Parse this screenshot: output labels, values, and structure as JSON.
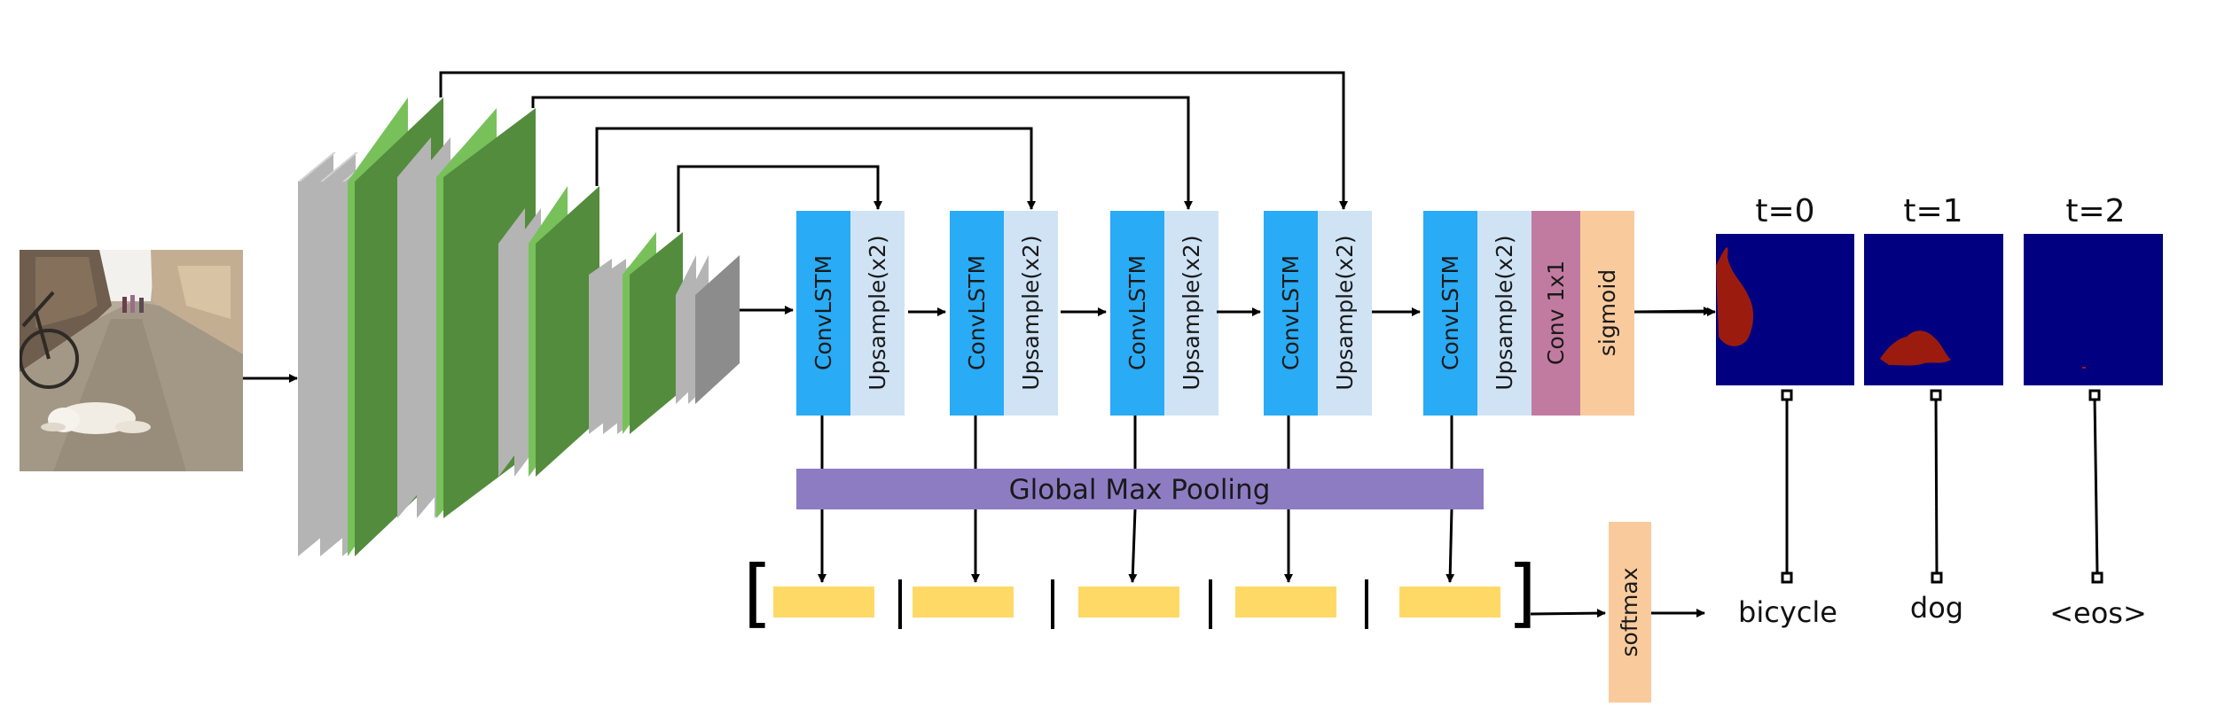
{
  "colors": {
    "convlstm": "#29abf5",
    "upsample": "#cfe3f5",
    "conv1x1": "#c27ba0",
    "sigmoid": "#f9cb9c",
    "softmax": "#f9cb9c",
    "pooling": "#8e7cc3",
    "feature_vec": "#ffd966",
    "encoder_green": "#548c3d",
    "encoder_green_edge": "#78c15a",
    "encoder_gray": "#b4b4b4",
    "mask_bg": "#000080",
    "mask_object": "#9b1c0e"
  },
  "input_image": {
    "description_icon": "street-photo-dog-bicycle"
  },
  "decoder": {
    "blocks": [
      {
        "convlstm": "ConvLSTM",
        "upsample": "Upsample(x2)"
      },
      {
        "convlstm": "ConvLSTM",
        "upsample": "Upsample(x2)"
      },
      {
        "convlstm": "ConvLSTM",
        "upsample": "Upsample(x2)"
      },
      {
        "convlstm": "ConvLSTM",
        "upsample": "Upsample(x2)"
      },
      {
        "convlstm": "ConvLSTM",
        "upsample": "Upsample(x2)",
        "conv": "Conv 1x1",
        "sigmoid": "sigmoid"
      }
    ]
  },
  "pooling": {
    "label": "Global Max Pooling"
  },
  "softmax": {
    "label": "softmax"
  },
  "outputs": [
    {
      "time": "t=0",
      "word": "bicycle"
    },
    {
      "time": "t=1",
      "word": "dog"
    },
    {
      "time": "t=2",
      "word": "<eos>"
    }
  ]
}
